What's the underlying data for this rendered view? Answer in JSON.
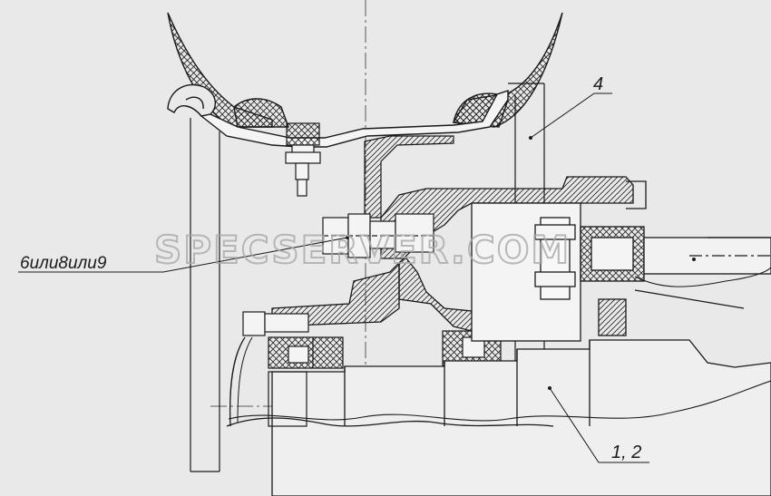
{
  "labels": {
    "wheel_rim": "4",
    "fastener": "6или8или9",
    "hub": "1, 2"
  },
  "watermark": "SPECSERVER.COM",
  "colors": {
    "background": "#e9e9e9",
    "line": "#1a1a1a",
    "watermark": "#a9a9a9"
  }
}
